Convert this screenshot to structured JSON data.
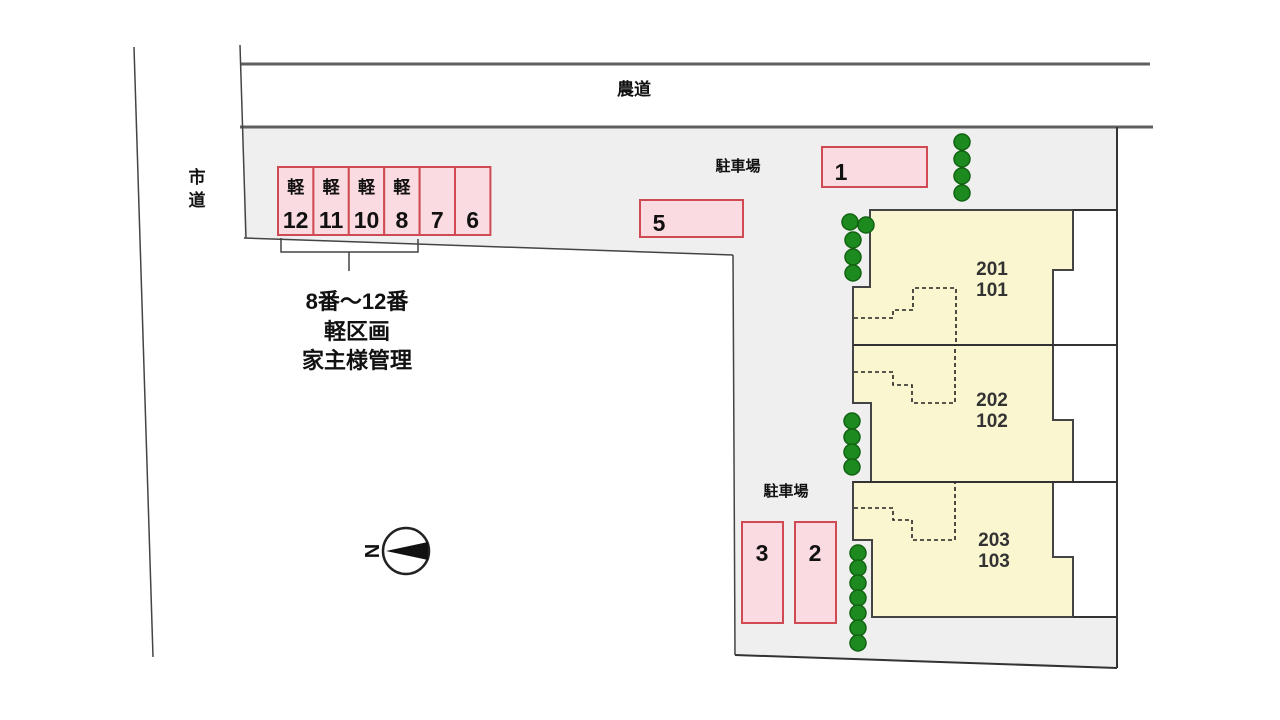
{
  "roads": {
    "top_label": "農道",
    "left_label": "市道",
    "left_label_chars": [
      "市",
      "道"
    ]
  },
  "parking": {
    "upper_area_label": "駐車場",
    "lower_area_label": "駐車場",
    "kei_row": [
      {
        "tag": "軽",
        "num": "12"
      },
      {
        "tag": "軽",
        "num": "11"
      },
      {
        "tag": "軽",
        "num": "10"
      },
      {
        "tag": "軽",
        "num": "8"
      },
      {
        "tag": "",
        "num": "7"
      },
      {
        "tag": "",
        "num": "6"
      }
    ],
    "space_1": "1",
    "space_5": "5",
    "space_3": "3",
    "space_2": "2"
  },
  "building": {
    "units": [
      {
        "upper": "201",
        "lower": "101"
      },
      {
        "upper": "202",
        "lower": "102"
      },
      {
        "upper": "203",
        "lower": "103"
      }
    ]
  },
  "annotation": {
    "line1": "8番～12番",
    "line2": "軽区画",
    "line3": "家主様管理"
  },
  "compass": {
    "letter": "N"
  },
  "colors": {
    "space_fill": "#fbdbe2",
    "space_border": "#cf4a52",
    "building_fill": "#faf6d0",
    "tree_green": "#1d8a1f",
    "area_gray": "#efefef",
    "line_dark": "#333333"
  }
}
